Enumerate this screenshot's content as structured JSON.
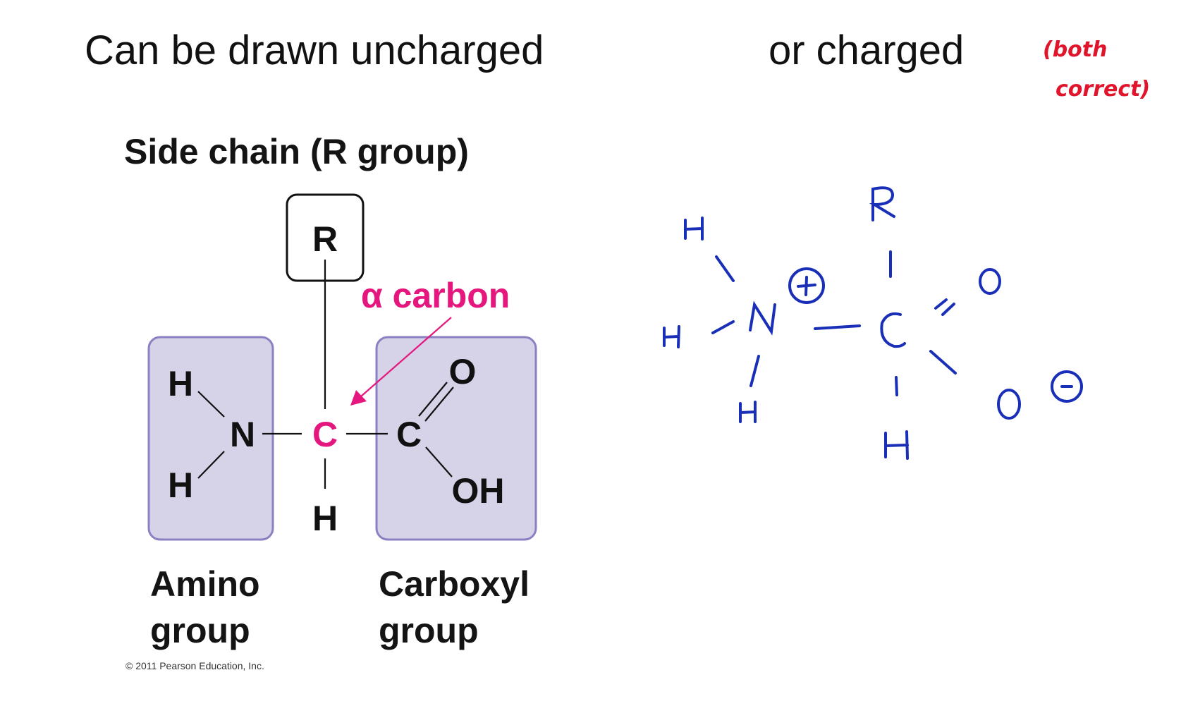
{
  "headings": {
    "left": "Can be drawn uncharged",
    "right": "or charged"
  },
  "annotation": {
    "line1": "(both",
    "line2": "correct)"
  },
  "diagram": {
    "side_chain_title": "Side chain (R group)",
    "r_label": "R",
    "alpha_carbon_label": "α carbon",
    "amino_group_label": "Amino group",
    "carboxyl_group_label": "Carboxyl group",
    "copyright": "© 2011 Pearson Education, Inc.",
    "atoms": {
      "h_top_left": "H",
      "h_bottom_left": "H",
      "n": "N",
      "c_alpha": "C",
      "c_carboxyl": "C",
      "o_double": "O",
      "oh": "OH",
      "h_bottom": "H"
    }
  },
  "handwritten": {
    "r": "R",
    "h_top": "H",
    "h_left": "H",
    "h_bottom_left": "H",
    "n": "N",
    "plus": "+",
    "c": "C",
    "o_top": "O",
    "o_bottom": "O",
    "minus": "−",
    "h_bottom": "H"
  },
  "colors": {
    "pink": "#e5177f",
    "ink_blue": "#1a2fb8",
    "ink_red": "#e0152b",
    "box_fill": "#d6d2e8",
    "box_stroke": "#8b80c2"
  }
}
